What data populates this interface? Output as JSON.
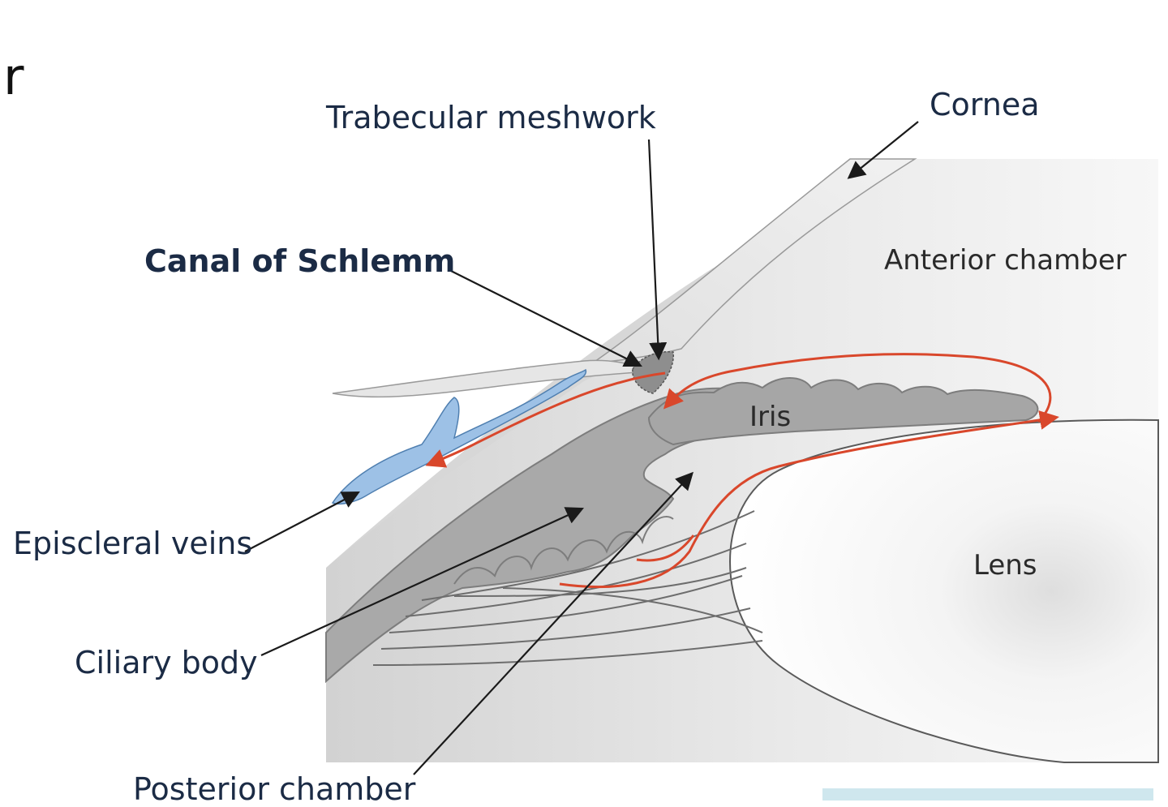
{
  "header": {
    "fragment_char": "r"
  },
  "diagram": {
    "labels": {
      "trabecular_meshwork": "Trabecular meshwork",
      "cornea": "Cornea",
      "canal_of_schlemm": "Canal of Schlemm",
      "anterior_chamber": "Anterior chamber",
      "iris": "Iris",
      "lens": "Lens",
      "episcleral_veins": "Episcleral veins",
      "ciliary_body": "Ciliary body",
      "posterior_chamber": "Posterior chamber"
    },
    "colors": {
      "aqueous_flow": "#d9472b",
      "veins": "#8fb8de",
      "tissue_dark": "#a9a9a9",
      "tissue_light": "#e2e2e2",
      "label_text": "#1b2b45",
      "accent_bar": "#cfe7ee"
    }
  }
}
